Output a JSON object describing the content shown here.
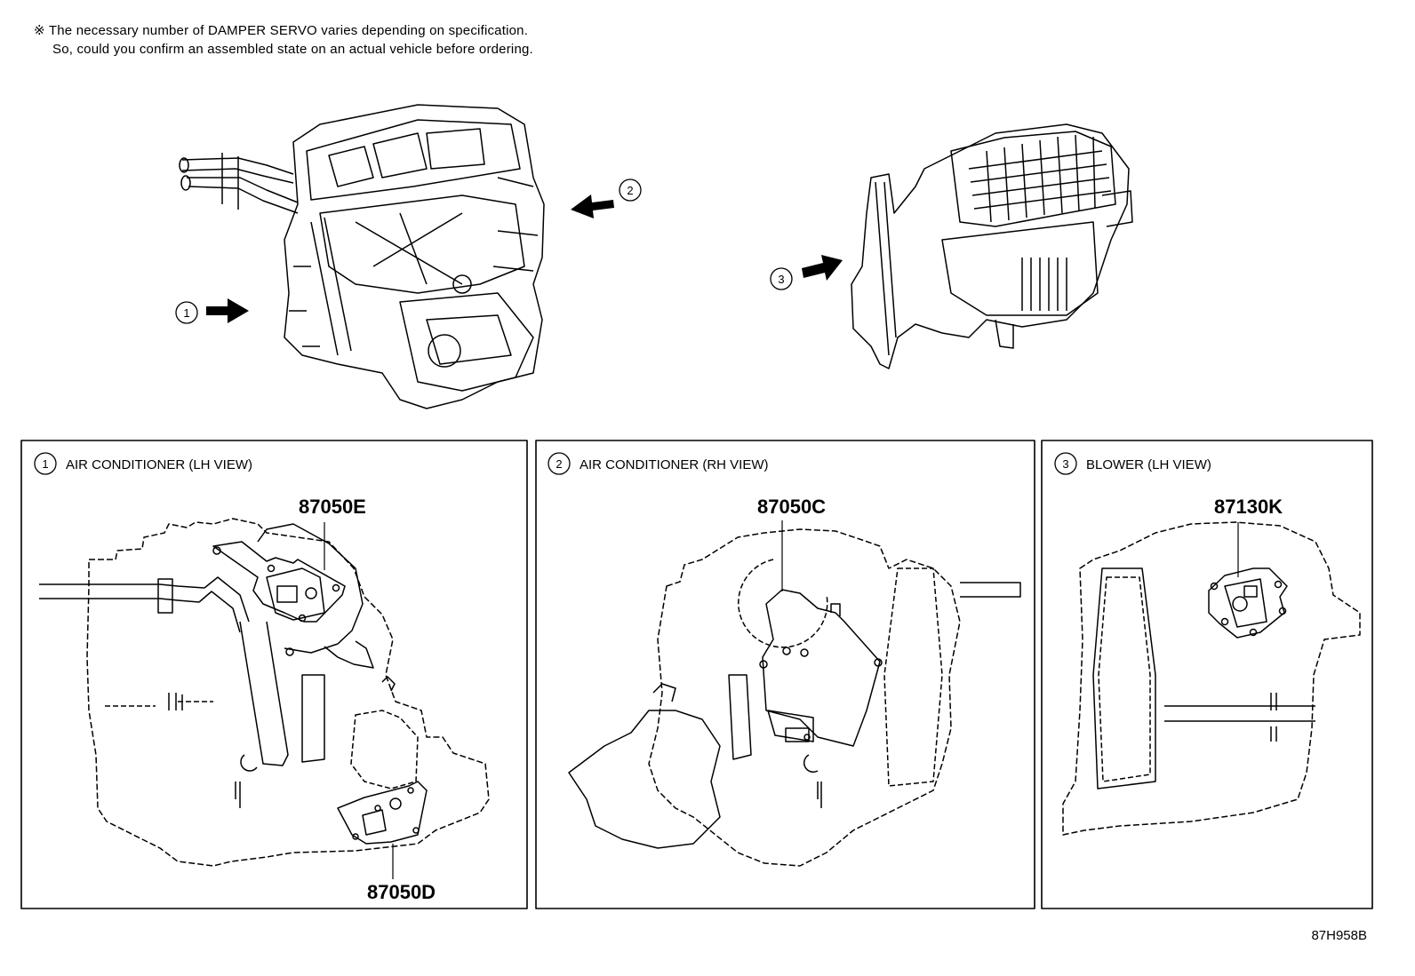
{
  "note": {
    "symbol": "※",
    "line1": "The necessary number of DAMPER SERVO varies depending on specification.",
    "line2": "So, could you confirm an assembled state on an actual vehicle before ordering."
  },
  "callouts": [
    "1",
    "2",
    "3"
  ],
  "panels": [
    {
      "num": "1",
      "title": "AIR CONDITIONER (LH VIEW)",
      "parts": [
        "87050E",
        "87050D"
      ]
    },
    {
      "num": "2",
      "title": "AIR CONDITIONER (RH VIEW)",
      "parts": [
        "87050C"
      ]
    },
    {
      "num": "3",
      "title": "BLOWER (LH VIEW)",
      "parts": [
        "87130K"
      ]
    }
  ],
  "diagram_code": "87H958B"
}
